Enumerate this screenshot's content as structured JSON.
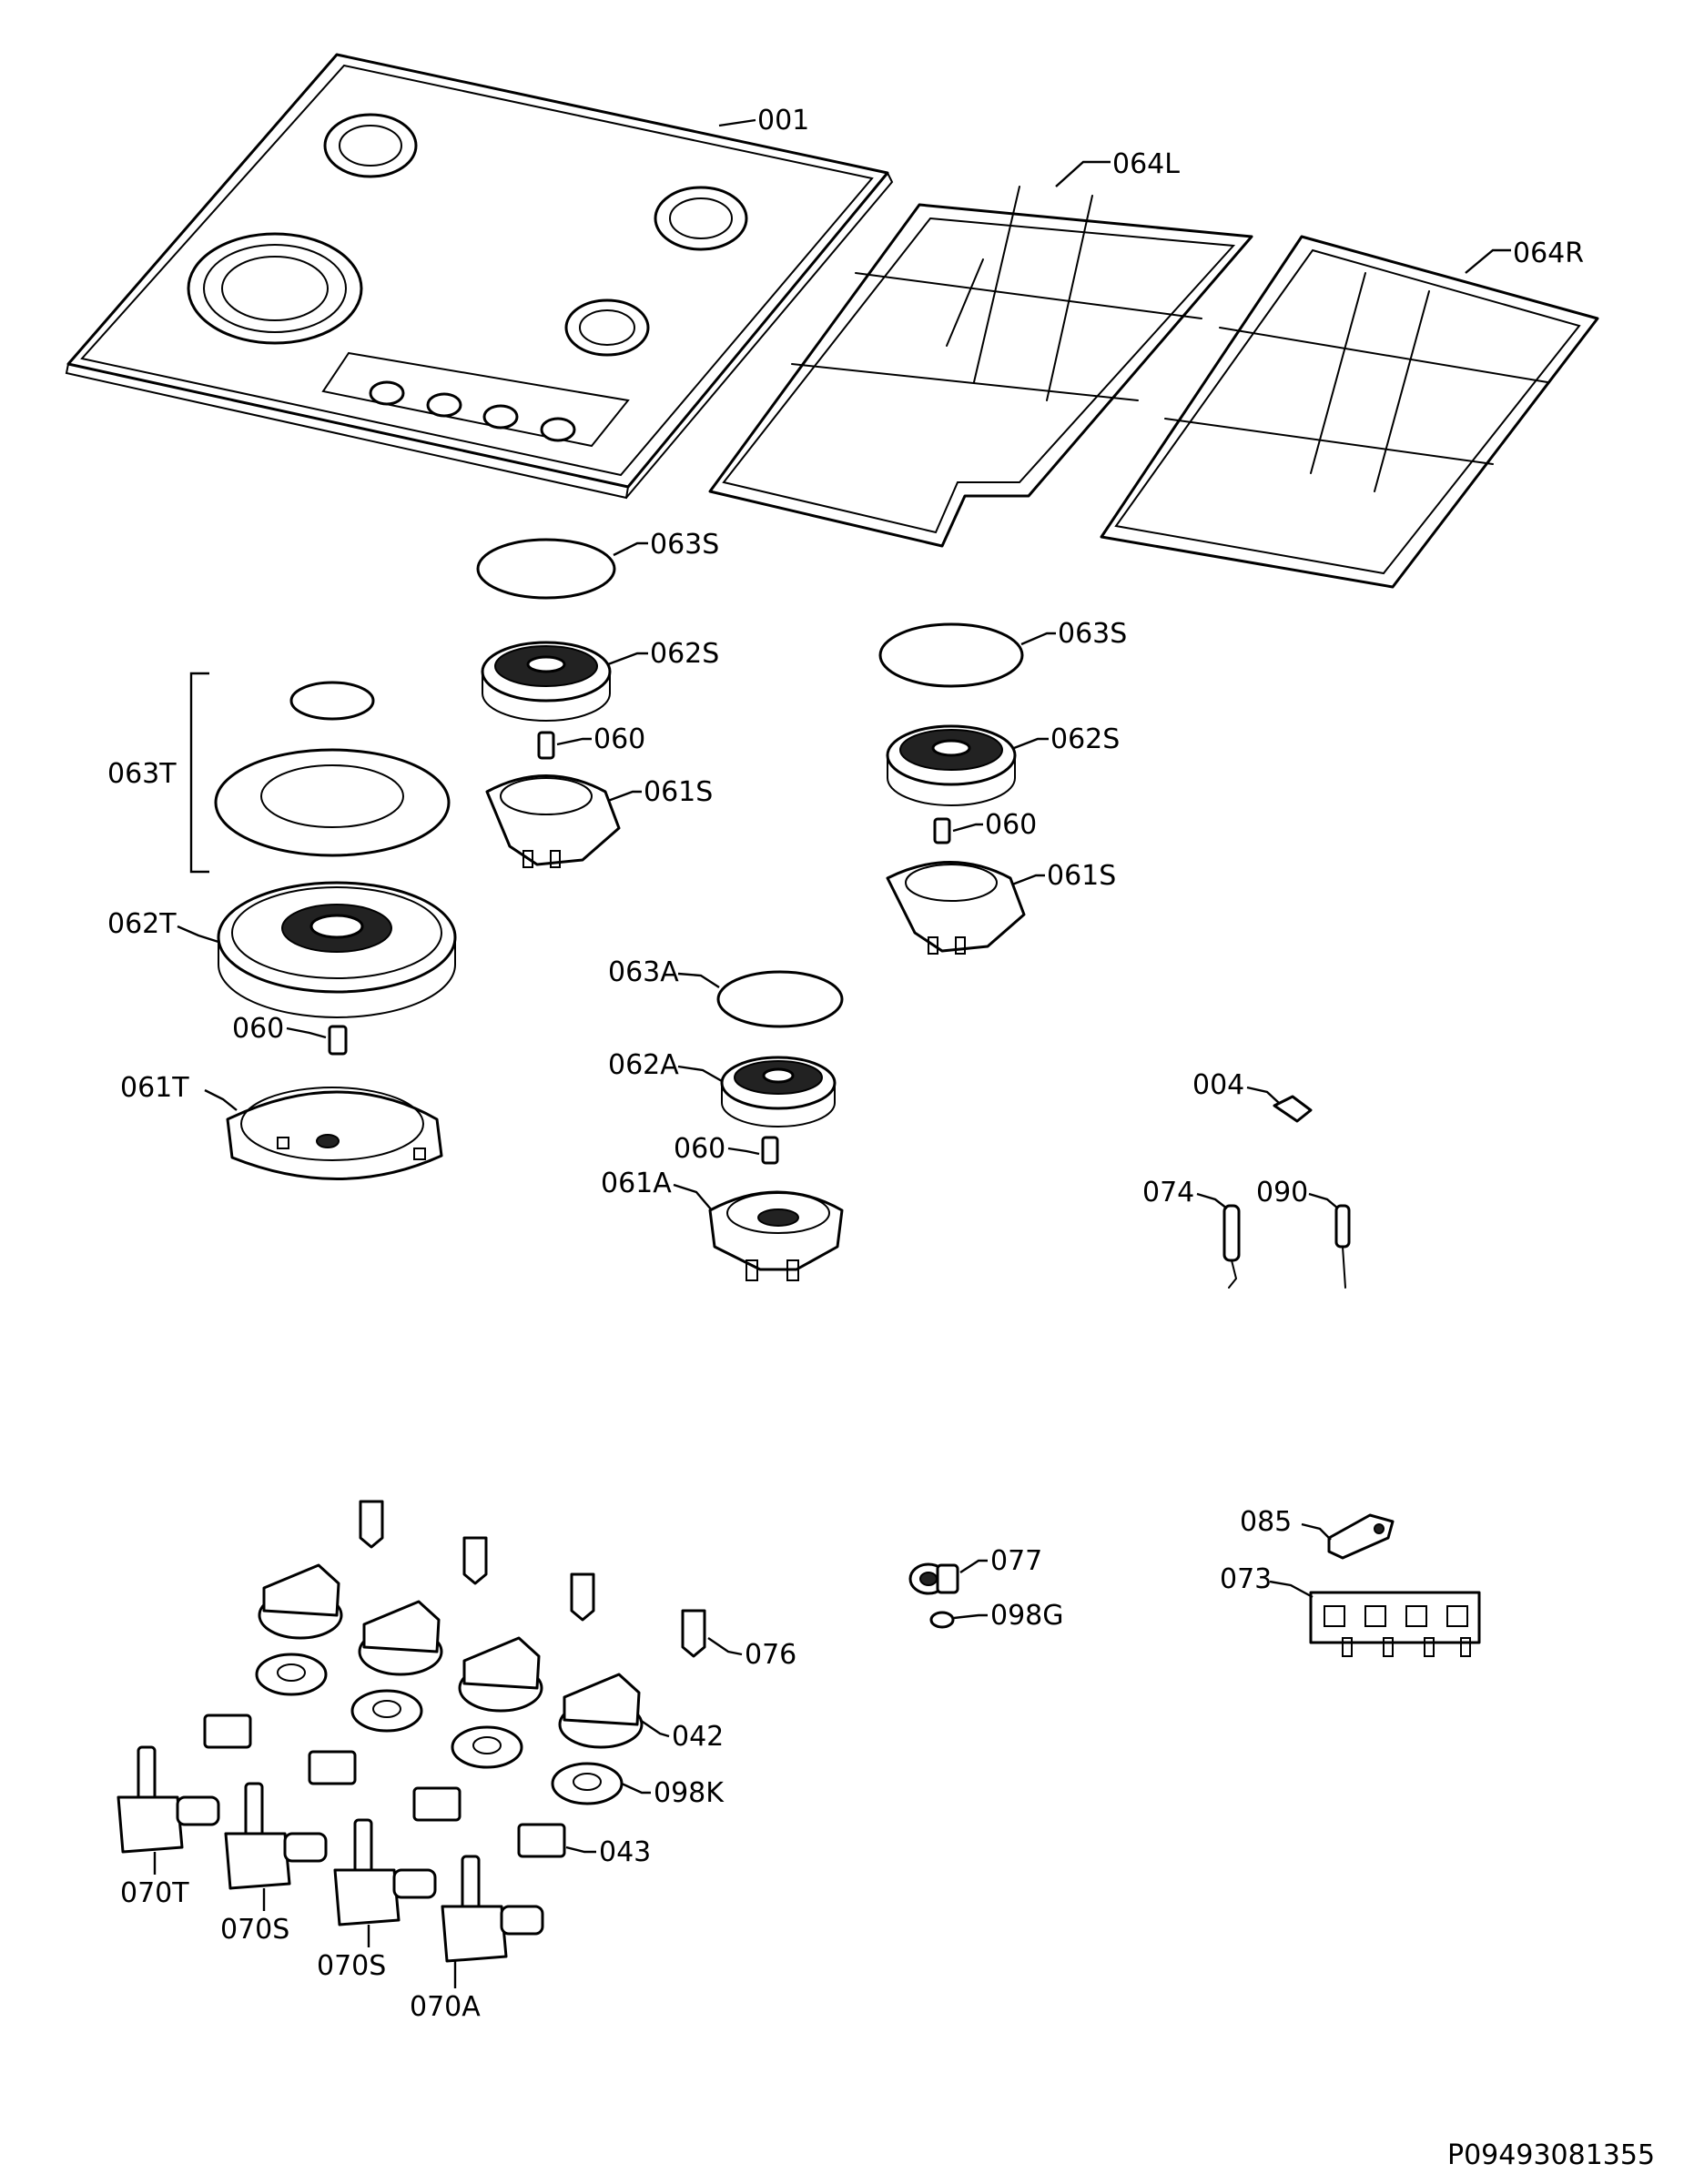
{
  "labels": {
    "l001": "001",
    "l064L": "064L",
    "l064R": "064R",
    "l063S_a": "063S",
    "l062S_a": "062S",
    "l060_a": "060",
    "l061S_a": "061S",
    "l063S_b": "063S",
    "l062S_b": "062S",
    "l060_b": "060",
    "l061S_b": "061S",
    "l063T": "063T",
    "l062T": "062T",
    "l060_c": "060",
    "l061T": "061T",
    "l063A": "063A",
    "l062A": "062A",
    "l060_d": "060",
    "l061A": "061A",
    "l004": "004",
    "l074": "074",
    "l090": "090",
    "l077": "077",
    "l098G": "098G",
    "l085": "085",
    "l073": "073",
    "l076": "076",
    "l042": "042",
    "l098K": "098K",
    "l043": "043",
    "l070T": "070T",
    "l070S_a": "070S",
    "l070S_b": "070S",
    "l070A": "070A"
  },
  "drawing_code": "P09493081355"
}
